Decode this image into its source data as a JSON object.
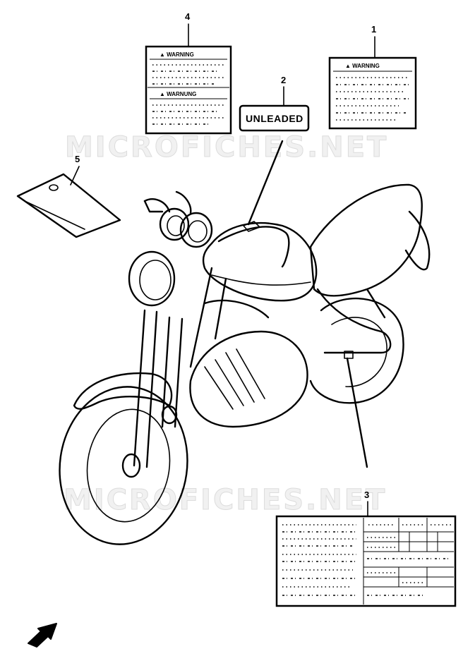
{
  "watermark": {
    "text": "MICROFICHES.NET"
  },
  "callouts": [
    {
      "id": "1",
      "label": "1"
    },
    {
      "id": "2",
      "label": "2"
    },
    {
      "id": "3",
      "label": "3"
    },
    {
      "id": "4",
      "label": "4"
    },
    {
      "id": "5",
      "label": "5"
    }
  ],
  "labels": {
    "warning_label_1": {
      "heading": "WARNING"
    },
    "warning_label_4_top": {
      "heading": "WARNING"
    },
    "warning_label_4_bottom": {
      "heading": "WARNUNG"
    },
    "unleaded_label": {
      "text": "UNLEADED"
    }
  },
  "icons": {
    "front_arrow": "front-direction-arrow-icon"
  }
}
